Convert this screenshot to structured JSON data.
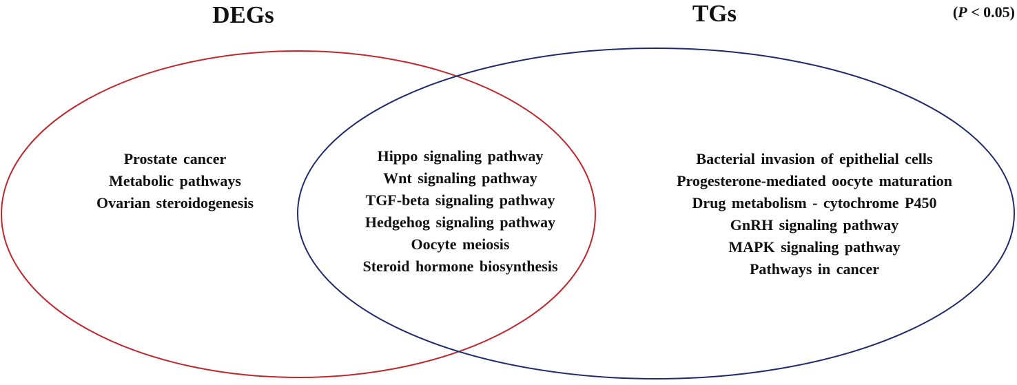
{
  "sets": {
    "left": {
      "title": "DEGs",
      "color": "#c0262c"
    },
    "right": {
      "title": "TGs",
      "color": "#1f2a6b"
    }
  },
  "significance": {
    "prefix": "(",
    "symbol": "P",
    "suffix": " < 0.05)"
  },
  "regions": {
    "left_only": [
      "Prostate cancer",
      "Metabolic pathways",
      "Ovarian steroidogenesis"
    ],
    "intersection": [
      "Hippo signaling pathway",
      "Wnt signaling pathway",
      "TGF-beta signaling pathway",
      "Hedgehog signaling pathway",
      "Oocyte meiosis",
      "Steroid hormone biosynthesis"
    ],
    "right_only": [
      "Bacterial invasion of epithelial cells",
      "Progesterone-mediated oocyte maturation",
      "Drug metabolism - cytochrome P450",
      "GnRH signaling pathway",
      "MAPK signaling pathway",
      "Pathways in cancer"
    ]
  }
}
